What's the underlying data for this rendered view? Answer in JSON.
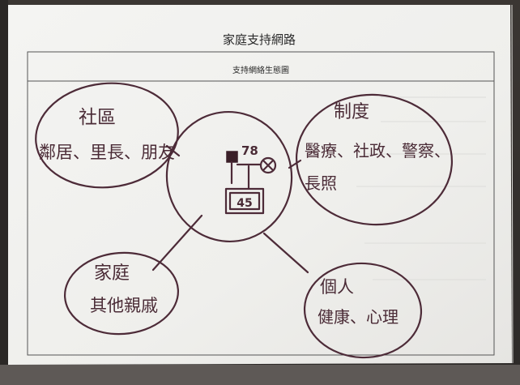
{
  "document": {
    "title": "家庭支持網路",
    "subtitle": "支持網絡生態圖"
  },
  "diagram": {
    "center": {
      "father_age": "78",
      "child_age": "45"
    },
    "nodes": {
      "community": {
        "heading": "社區",
        "detail": "鄰居、里長、朋友"
      },
      "institution": {
        "heading": "制度",
        "detail_line1": "醫療、社政、警察、",
        "detail_line2": "長照"
      },
      "family": {
        "heading": "家庭",
        "detail": "其他親戚"
      },
      "individual": {
        "heading": "個人",
        "detail": "健康、心理"
      }
    }
  },
  "colors": {
    "ink": "#4d2b38",
    "paper": "#f3f3f1",
    "background_left": "#3a3633",
    "background_right": "#2f2c2a",
    "table_top": "#6a6460"
  }
}
